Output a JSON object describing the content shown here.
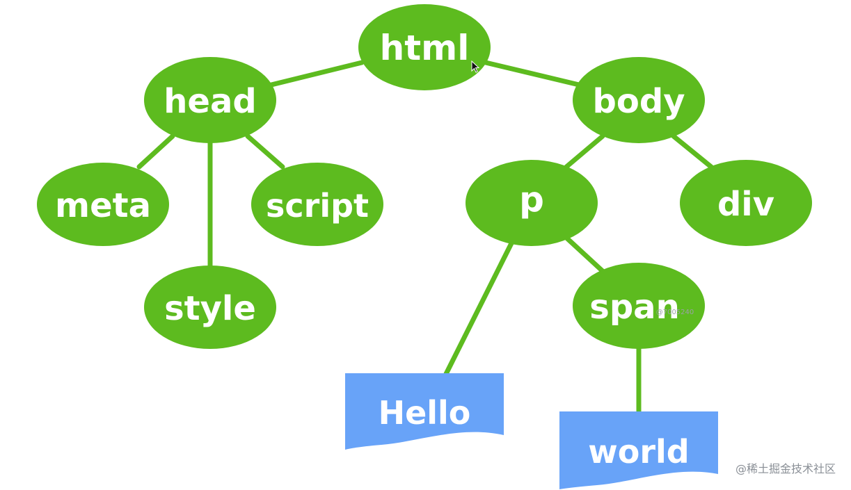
{
  "colors": {
    "element": "#5dbb1f",
    "text_node": "#68a3f8",
    "label": "#ffffff"
  },
  "nodes": {
    "html": "html",
    "head": "head",
    "body": "body",
    "meta": "meta",
    "script": "script",
    "style": "style",
    "p": "p",
    "div": "div",
    "span": "span"
  },
  "text_nodes": {
    "hello": "Hello",
    "world": "world"
  },
  "watermark": {
    "faint_id": "@7005240",
    "corner": "@稀土掘金技术社区"
  },
  "edges": [
    [
      "html",
      "head"
    ],
    [
      "html",
      "body"
    ],
    [
      "head",
      "meta"
    ],
    [
      "head",
      "style"
    ],
    [
      "head",
      "script"
    ],
    [
      "body",
      "p"
    ],
    [
      "body",
      "div"
    ],
    [
      "p",
      "hello"
    ],
    [
      "p",
      "span"
    ],
    [
      "span",
      "world"
    ]
  ]
}
